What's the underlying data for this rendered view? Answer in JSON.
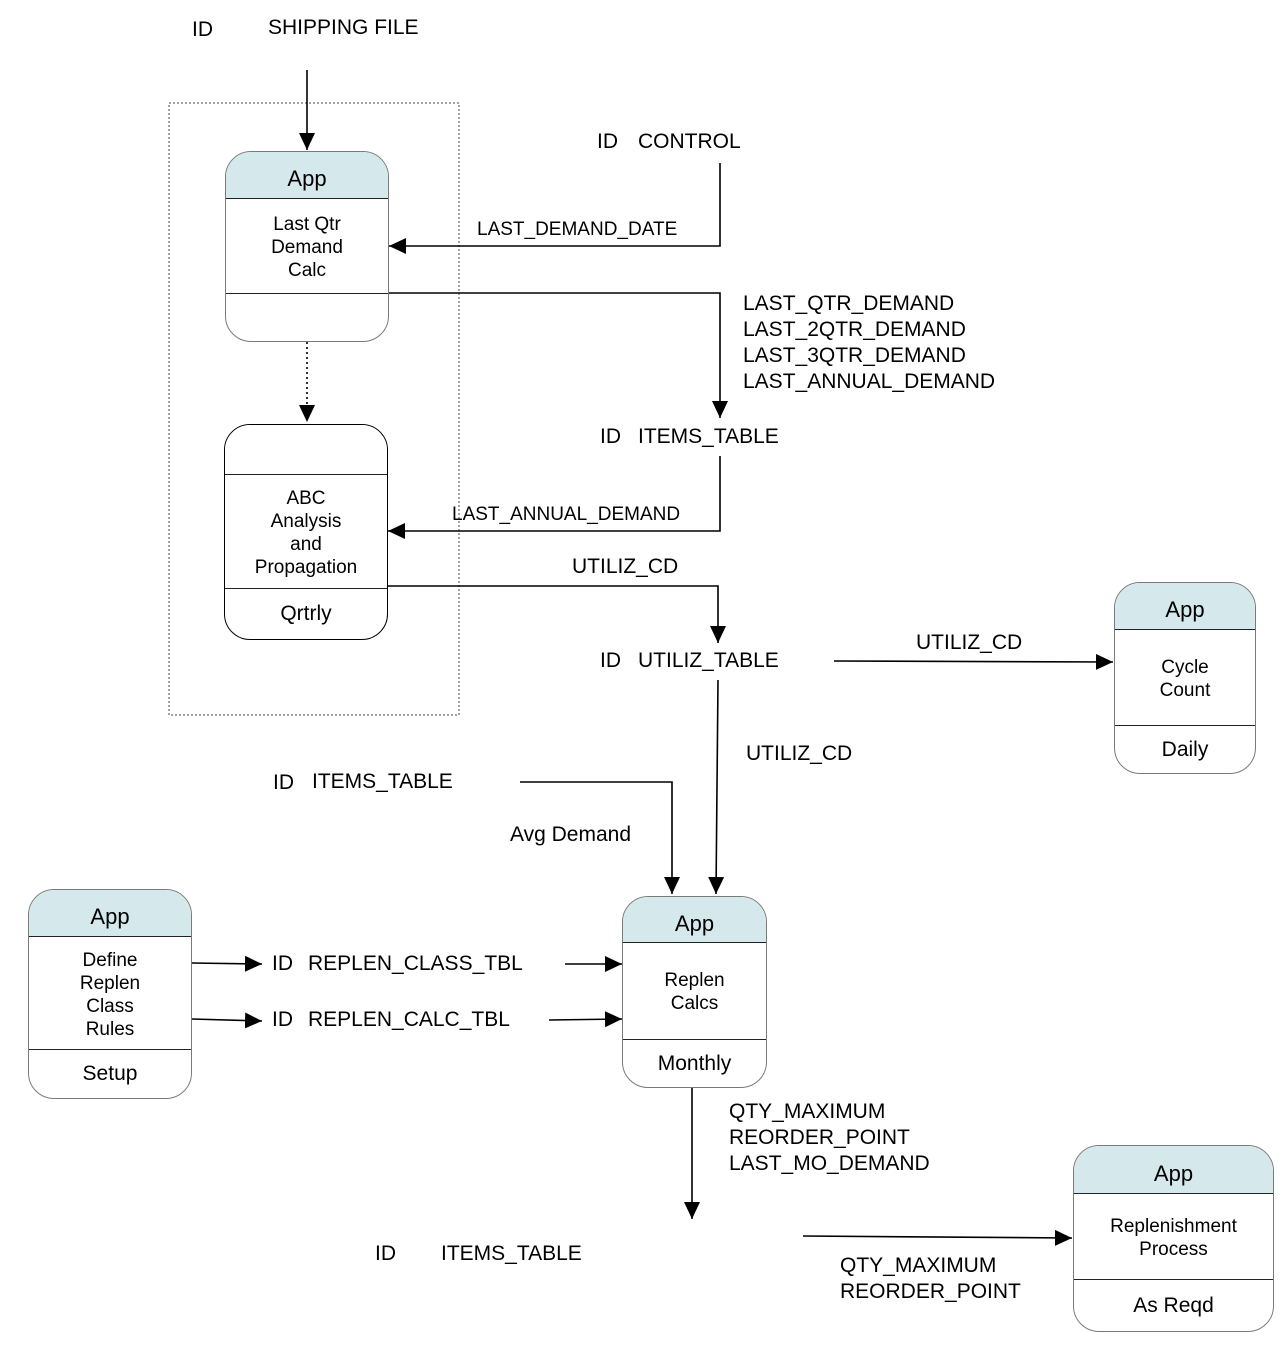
{
  "data_stores": {
    "shipping_file": {
      "id": "ID",
      "name": "SHIPPING FILE"
    },
    "control": {
      "id": "ID",
      "name": "CONTROL"
    },
    "items_table_1": {
      "id": "ID",
      "name": "ITEMS_TABLE"
    },
    "utiliz_table": {
      "id": "ID",
      "name": "UTILIZ_TABLE"
    },
    "items_table_2": {
      "id": "ID",
      "name": "ITEMS_TABLE"
    },
    "replen_class_tbl": {
      "id": "ID",
      "name": "REPLEN_CLASS_TBL"
    },
    "replen_calc_tbl": {
      "id": "ID",
      "name": "REPLEN_CALC_TBL"
    },
    "items_table_3": {
      "id": "ID",
      "name": "ITEMS_TABLE"
    }
  },
  "processes": {
    "last_qtr_demand_calc": {
      "header": "App",
      "body": "Last Qtr\nDemand\nCalc",
      "footer": ""
    },
    "abc_analysis": {
      "header": "",
      "body": "ABC\nAnalysis\nand\nPropagation",
      "footer": "Qrtrly"
    },
    "cycle_count": {
      "header": "App",
      "body": "Cycle\nCount",
      "footer": "Daily"
    },
    "define_replen_class_rules": {
      "header": "App",
      "body": "Define\nReplen\nClass\nRules",
      "footer": "Setup"
    },
    "replen_calcs": {
      "header": "App",
      "body": "Replen\nCalcs",
      "footer": "Monthly"
    },
    "replenishment_process": {
      "header": "App",
      "body": "Replenishment\nProcess",
      "footer": "As Reqd"
    }
  },
  "flows": {
    "last_demand_date": "LAST_DEMAND_DATE",
    "qtr_demands": "LAST_QTR_DEMAND\nLAST_2QTR_DEMAND\nLAST_3QTR_DEMAND\nLAST_ANNUAL_DEMAND",
    "last_annual_demand": "LAST_ANNUAL_DEMAND",
    "utiliz_cd_1": "UTILIZ_CD",
    "utiliz_cd_2": "UTILIZ_CD",
    "utiliz_cd_3": "UTILIZ_CD",
    "avg_demand": "Avg Demand",
    "replen_outputs": "QTY_MAXIMUM\nREORDER_POINT\nLAST_MO_DEMAND",
    "replen_process_inputs": "QTY_MAXIMUM\nREORDER_POINT"
  }
}
